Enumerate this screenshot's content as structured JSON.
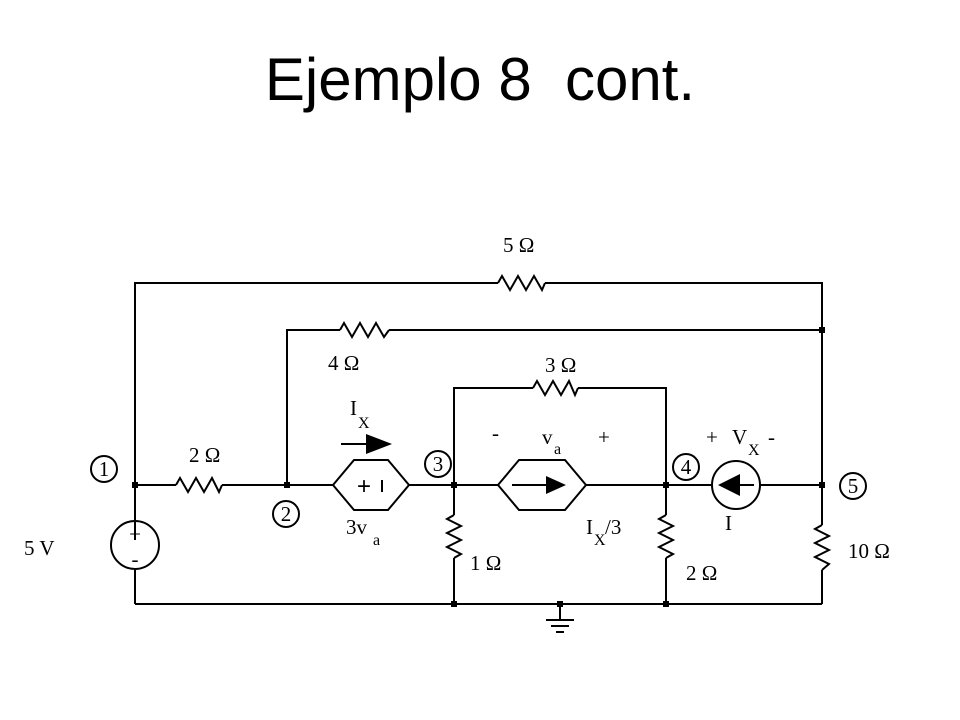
{
  "slide": {
    "title": "Ejemplo 8  cont."
  },
  "nodes": [
    "1",
    "2",
    "3",
    "4",
    "5"
  ],
  "components": {
    "r_5": "5  Ω",
    "r_4": "4 Ω",
    "r_3": "3 Ω",
    "r_2a": "2 Ω",
    "r_1": "1 Ω",
    "r_2b": "2 Ω",
    "r_10": "10 Ω",
    "source_voltage": "5 V",
    "source_plus": "+",
    "source_minus": "-",
    "dep_voltage_plus": "+",
    "dep_voltage_minus": "-",
    "dep_voltage_base": "3v",
    "dep_voltage_sub": "a",
    "dep_current_base": "I",
    "dep_current_sub": "X",
    "dep_current_tail": "/3",
    "current_source": "I"
  },
  "annotations": {
    "ix_base": "I",
    "ix_sub": "X",
    "va_minus": "-",
    "va_base": "v",
    "va_sub": "a",
    "va_plus": "+",
    "vx_plus": "+",
    "vx_base": "V",
    "vx_sub": "X",
    "vx_minus": "-"
  }
}
